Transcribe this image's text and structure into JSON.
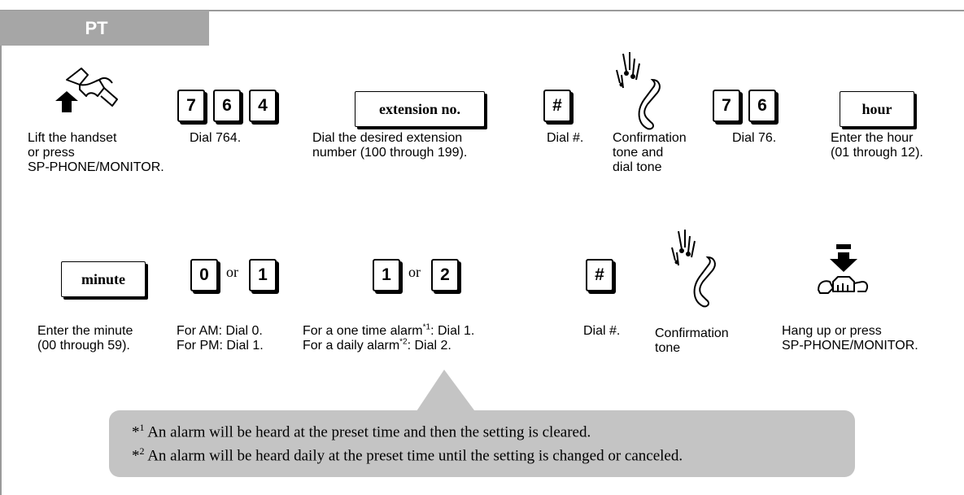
{
  "tab_label": "PT",
  "keys": {
    "row1_digits": [
      "7",
      "6",
      "4"
    ],
    "extension": "extension no.",
    "hash1": "#",
    "row1_digits2": [
      "7",
      "6"
    ],
    "hour": "hour",
    "minute": "minute",
    "ampm": [
      "0",
      "1"
    ],
    "mode": [
      "1",
      "2"
    ],
    "hash2": "#",
    "or_word": "or"
  },
  "captions": {
    "lift": "Lift the handset\nor press\nSP-PHONE/MONITOR.",
    "dial764": "Dial 764.",
    "dial_ext": "Dial the desired extension\nnumber (100 through 199).",
    "dial_hash1": "Dial #.",
    "conf_dial": "Confirmation\ntone and\ndial tone",
    "dial76": "Dial 76.",
    "enter_hour": "Enter the hour\n(01 through 12).",
    "enter_minute": "Enter the minute\n(00 through 59).",
    "ampm": "For AM: Dial 0.\nFor PM: Dial 1.",
    "alarm_once_pre": "For a one time alarm",
    "alarm_once_sup": "*1",
    "alarm_once_post": ": Dial 1.",
    "alarm_daily_pre": "For a daily alarm",
    "alarm_daily_sup": "*2",
    "alarm_daily_post": ": Dial 2.",
    "dial_hash2": "Dial #.",
    "conf": "Confirmation\ntone",
    "hangup": "Hang up or press\nSP-PHONE/MONITOR."
  },
  "notes": [
    {
      "mark": "*",
      "num": "1",
      "text": " An alarm will be heard at the preset time and then the setting is cleared."
    },
    {
      "mark": "*",
      "num": "2",
      "text": " An alarm will be heard daily at the preset time until the setting is changed or canceled."
    }
  ],
  "colors": {
    "tab": "#a6a6a6",
    "callout": "#c4c4c4",
    "frame": "#9a9a9a"
  }
}
